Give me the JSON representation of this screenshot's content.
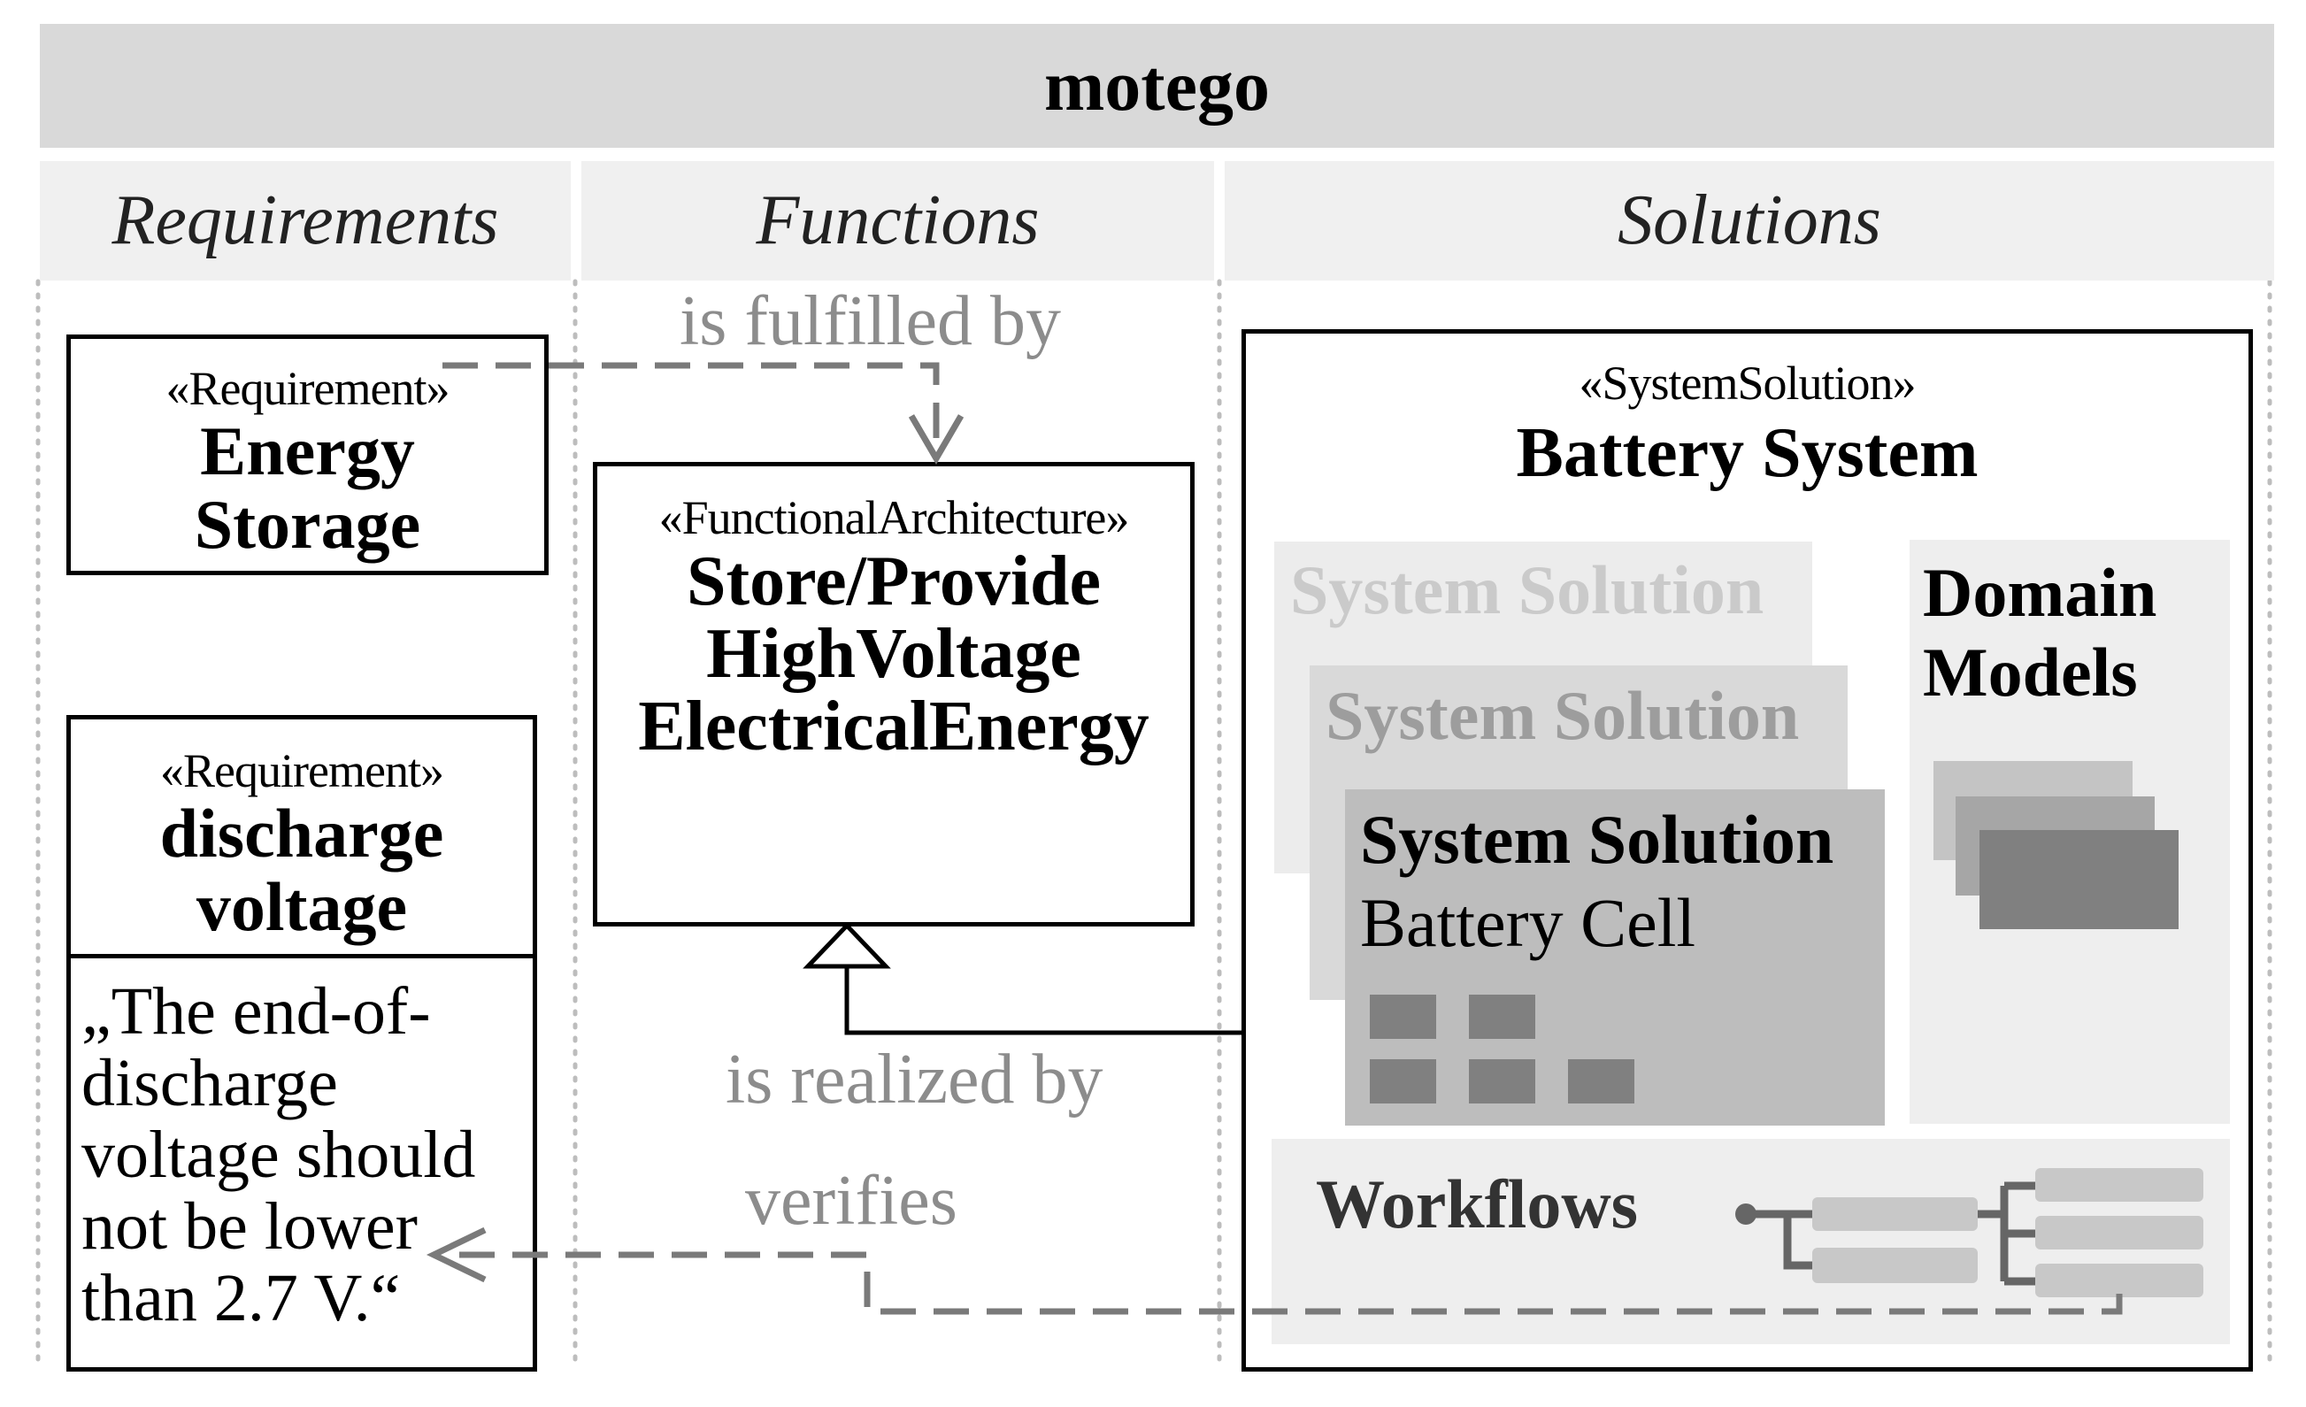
{
  "title": "motego",
  "lanes": {
    "requirements": "Requirements",
    "functions": "Functions",
    "solutions": "Solutions"
  },
  "requirement_energy": {
    "stereotype": "«Requirement»",
    "name_line1": "Energy",
    "name_line2": "Storage"
  },
  "requirement_discharge": {
    "stereotype": "«Requirement»",
    "name_line1": "discharge",
    "name_line2": "voltage",
    "text_lines": [
      "„The end-of-",
      "discharge",
      "voltage should",
      "not be lower",
      "than 2.7 V.“"
    ]
  },
  "functional_architecture": {
    "stereotype": "«FunctionalArchitecture»",
    "name_lines": [
      "Store/Provide",
      "HighVoltage",
      "ElectricalEnergy"
    ]
  },
  "system_solution": {
    "stereotype": "«SystemSolution»",
    "name": "Battery System",
    "stack_back": "System Solution",
    "stack_middle": "System Solution",
    "stack_front_title": "System Solution",
    "stack_front_subtitle": "Battery Cell",
    "domain_models_line1": "Domain",
    "domain_models_line2": "Models",
    "workflows": "Workflows"
  },
  "relations": {
    "fulfilled": "is fulfilled by",
    "realized": "is realized by",
    "verifies": "verifies"
  },
  "colors": {
    "header_bg": "#d9d9d9",
    "lane_bg": "#f0f0f0",
    "relation_gray": "#8c8c8c",
    "dashed_arrow": "#7a7a7a"
  }
}
